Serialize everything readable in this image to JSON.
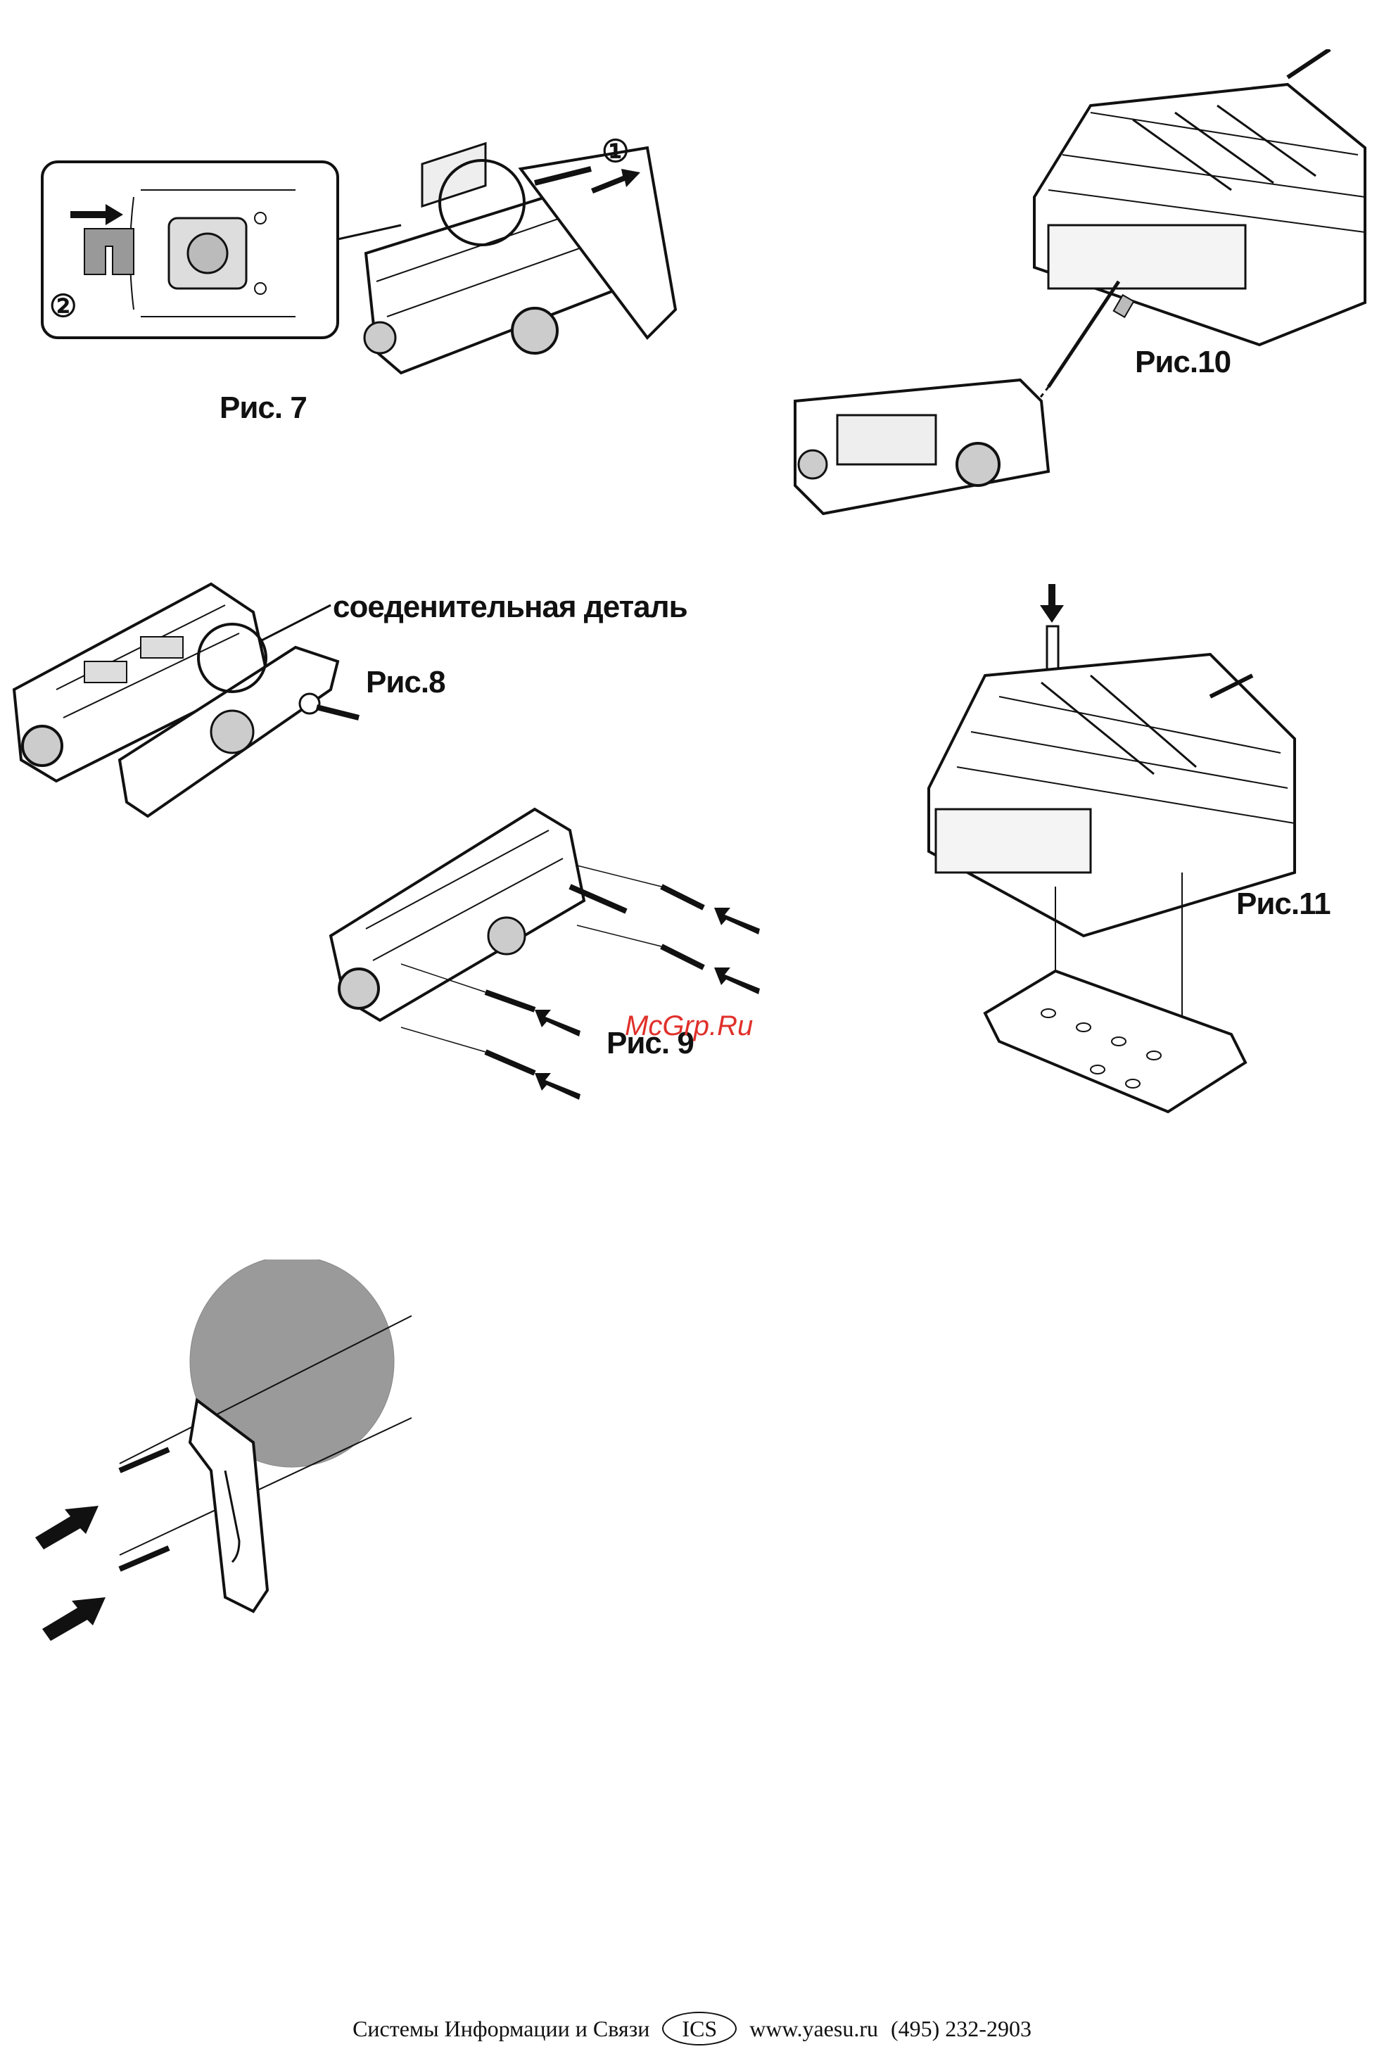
{
  "figures": {
    "fig7": {
      "caption": "Рис. 7",
      "step1": "①",
      "step2": "②"
    },
    "fig8": {
      "caption": "Рис.8",
      "connector_label": "соеденительная деталь"
    },
    "fig9": {
      "caption": "Рис. 9"
    },
    "fig10": {
      "caption": "Рис.10"
    },
    "fig11": {
      "caption": "Рис.11"
    }
  },
  "watermark": "McGrp.Ru",
  "footer": {
    "company": "Системы Информации и Связи",
    "logo": "ICS",
    "website": "www.yaesu.ru",
    "phone": "(495) 232-2903"
  },
  "colors": {
    "ink": "#111111",
    "watermark": "#e0302a",
    "wall": "#9a9a9a"
  }
}
